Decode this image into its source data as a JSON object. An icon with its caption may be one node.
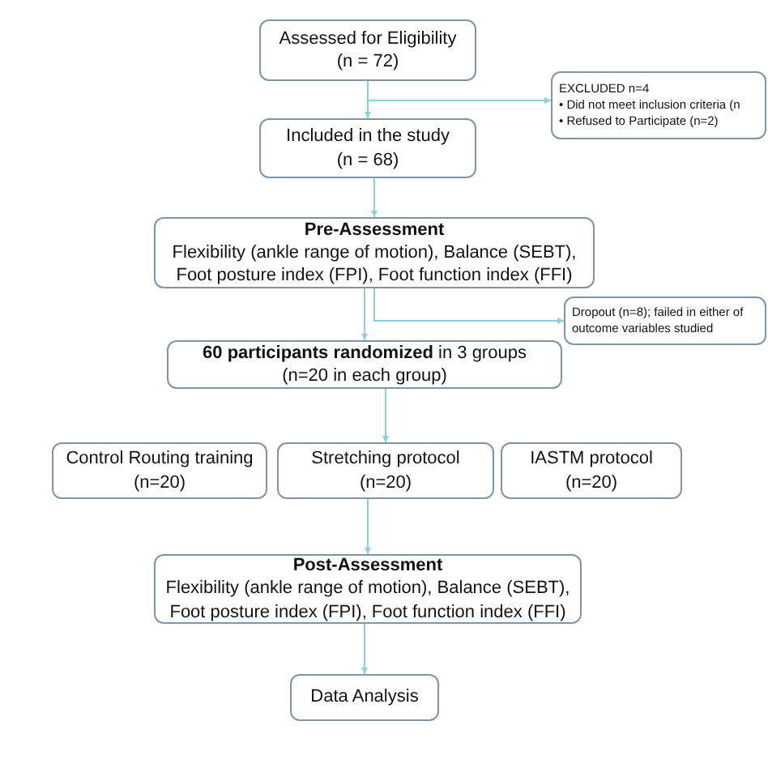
{
  "diagram": {
    "nodes": [
      {
        "text": [
          "Assessed for Eligibility",
          "(n = 72)"
        ]
      },
      {
        "text": [
          "EXCLUDED n=4",
          "• Did not meet inclusion criteria (n",
          "• Refused to Participate (n=2)"
        ]
      },
      {
        "text": [
          "Included in the study",
          "(n = 68)"
        ]
      },
      {
        "text": [
          "Pre-Assessment",
          "Flexibility (ankle range of motion), Balance (SEBT), Foot posture index (FPI), Foot function index (FFI)"
        ]
      },
      {
        "text": [
          "Dropout (n=8); failed in either of outcome variables studied"
        ]
      },
      {
        "text": [
          "**60 participants randomized** in 3 groups",
          "(n=20 in each group)"
        ]
      },
      {
        "text": [
          "Control Routing training",
          "(n=20)"
        ]
      },
      {
        "text": [
          "Stretching protocol",
          "(n=20)"
        ]
      },
      {
        "text": [
          "IASTM protocol",
          "(n=20)"
        ]
      },
      {
        "text": [
          "Post-Assessment",
          "Flexibility (ankle range of motion), Balance (SEBT), Foot posture index (FPI), Foot function index (FFI)"
        ]
      },
      {
        "text": [
          "Data Analysis"
        ]
      }
    ],
    "edges": [
      {
        "from": 0,
        "to": 2,
        "arrow": "to"
      },
      {
        "from": 0,
        "to": 1,
        "arrow": "to"
      },
      {
        "from": 2,
        "to": 3,
        "arrow": "to"
      },
      {
        "from": 3,
        "to": 5,
        "arrow": "to"
      },
      {
        "from": 3,
        "to": 4,
        "arrow": "to"
      },
      {
        "from": 5,
        "to": 7,
        "arrow": "to"
      },
      {
        "from": 7,
        "to": 9,
        "arrow": "to"
      },
      {
        "from": 9,
        "to": 10,
        "arrow": "to"
      }
    ]
  }
}
